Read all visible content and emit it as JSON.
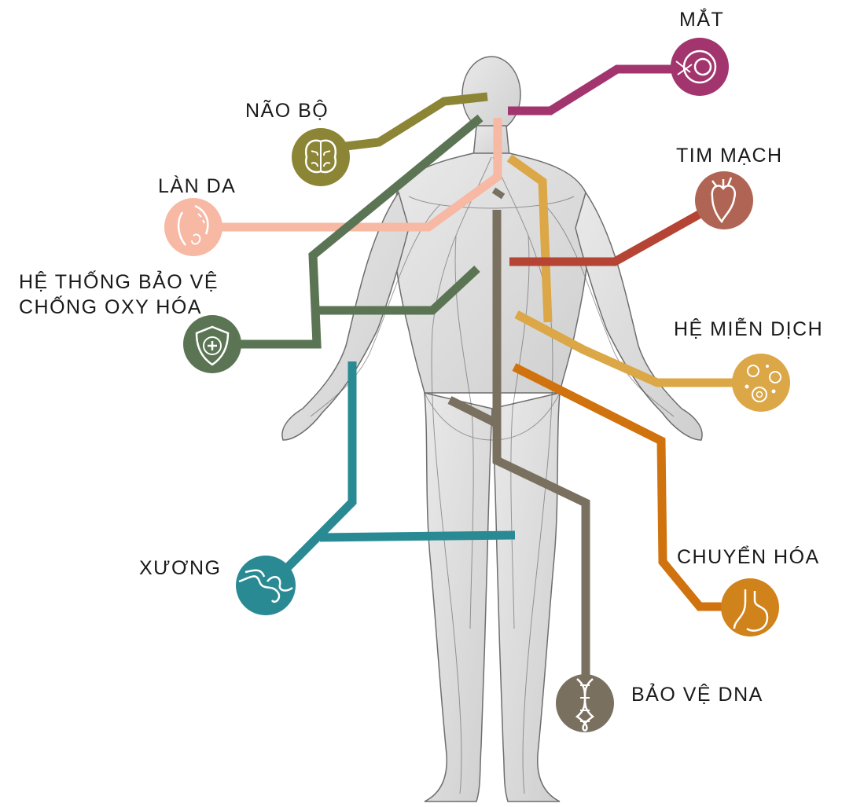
{
  "labels": {
    "eyes": "MẮT",
    "brain": "NÃO BỘ",
    "cardio": "TIM MẠCH",
    "skin": "LÀN DA",
    "antioxidant_line1": "HỆ THỐNG BẢO VỆ",
    "antioxidant_line2": "CHỐNG OXY HÓA",
    "immune": "HỆ MIỄN DỊCH",
    "bone": "XƯƠNG",
    "metabolism": "CHUYỂN HÓA",
    "dna": "BẢO VỆ DNA"
  },
  "colors": {
    "eyes": "#a3356e",
    "brain": "#8b8535",
    "cardio": "#b64435",
    "skin": "#f7b8a4",
    "antioxidant": "#5b7554",
    "immune": "#dba747",
    "bone": "#2a8a94",
    "metabolism": "#d0730f",
    "dna": "#7a705f"
  },
  "icons": {
    "eyes": "eye-icon",
    "brain": "brain-icon",
    "cardio": "heart-icon",
    "skin": "skin-face-icon",
    "antioxidant": "shield-plus-icon",
    "immune": "immune-cells-icon",
    "bone": "bone-joint-icon",
    "metabolism": "stomach-icon",
    "dna": "dna-helix-icon"
  }
}
